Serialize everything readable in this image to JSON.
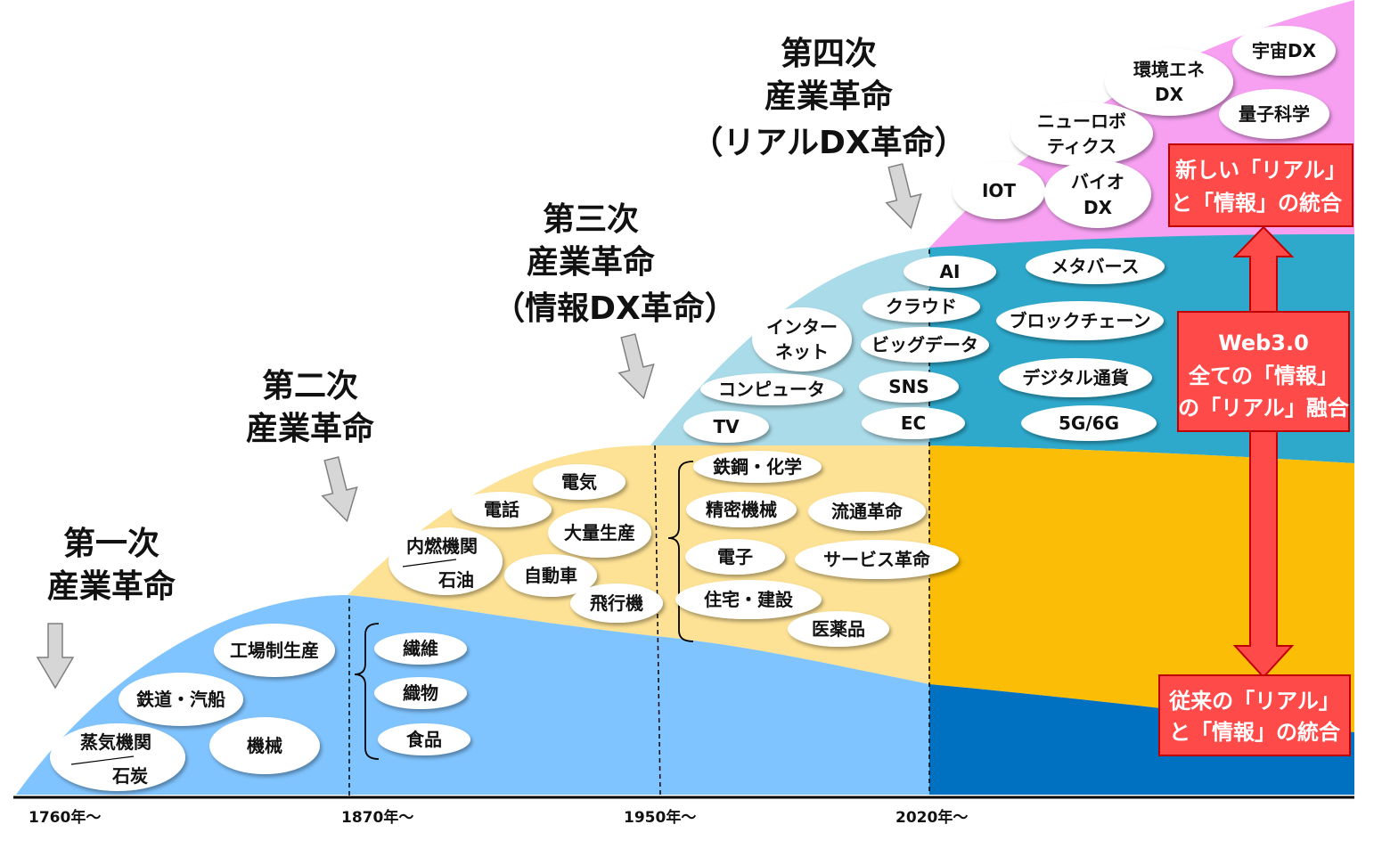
{
  "eras": {
    "first": {
      "lines": [
        "第一次",
        "産業革命"
      ]
    },
    "second": {
      "lines": [
        "第二次",
        "産業革命"
      ]
    },
    "third": {
      "lines": [
        "第三次",
        "産業革命",
        "（情報DX革命）"
      ]
    },
    "fourth": {
      "lines": [
        "第四次",
        "産業革命",
        "（リアルDX革命）"
      ]
    }
  },
  "timeline": [
    "1760年～",
    "1870年～",
    "1950年～",
    "2020年～"
  ],
  "first_items": {
    "factory": "工場制生産",
    "railway": "鉄道・汽船",
    "steam": "蒸気機関",
    "coal": "石炭",
    "machine": "機械"
  },
  "bridge_items": {
    "fiber": "繊維",
    "textile": "織物",
    "food": "食品"
  },
  "second_items": {
    "electricity": "電気",
    "telephone": "電話",
    "engine": "内燃機関",
    "oil": "石油",
    "mass_production": "大量生産",
    "car": "自動車",
    "airplane": "飛行機"
  },
  "industry_items": {
    "steel": "鉄鋼・化学",
    "precision": "精密機械",
    "distribution": "流通革命",
    "electronics": "電子",
    "service": "サービス革命",
    "housing": "住宅・建設",
    "pharma": "医薬品"
  },
  "third_items": {
    "internet": "インターネット",
    "computer": "コンピュータ",
    "tv": "TV",
    "ai": "AI",
    "cloud": "クラウド",
    "bigdata": "ビッグデータ",
    "sns": "SNS",
    "ec": "EC"
  },
  "web3_items": {
    "metaverse": "メタバース",
    "blockchain": "ブロックチェーン",
    "digital_currency": "デジタル通貨",
    "network": "5G/6G"
  },
  "fourth_items": {
    "space": "宇宙DX",
    "energy_l1": "環境エネ",
    "energy_l2": "DX",
    "quantum": "量子科学",
    "robotics_l1": "ニューロボ",
    "robotics_l2": "ティクス",
    "iot": "IOT",
    "bio_l1": "バイオ",
    "bio_l2": "DX"
  },
  "labels": {
    "new_integration": [
      "新しい「リアル」",
      "と「情報」の統合"
    ],
    "web3": [
      "Web3.0",
      "全ての「情報」",
      "の「リアル」融合"
    ],
    "old_integration": [
      "従来の「リアル」",
      "と「情報」の統合"
    ]
  },
  "colors": {
    "first_fill": "#80c4ff",
    "second_fill": "#fde194",
    "third_fill": "#aadbe8",
    "fourth_fill": "#f7a0f2",
    "web3_band": "#2ea9cc",
    "orange_band": "#fbbd06",
    "blue_band": "#0070c0",
    "red_accent": "#ff4a4a",
    "arrow_grey": "#d6d6d6"
  }
}
